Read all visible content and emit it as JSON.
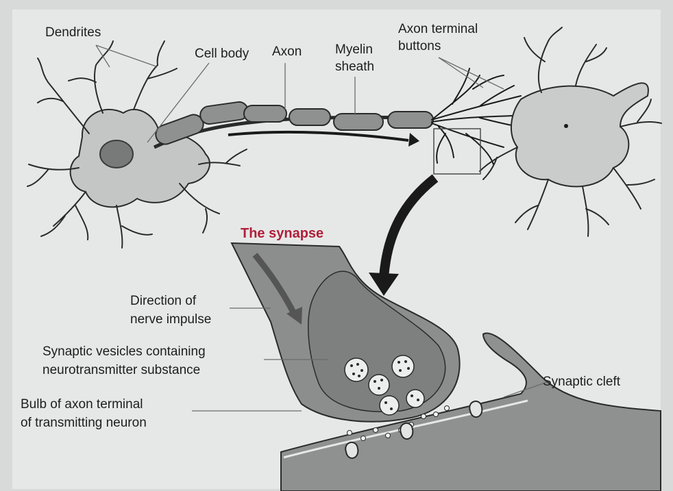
{
  "colors": {
    "background": "#d9dcdb",
    "panel": "#e6e8e7",
    "cell_fill": "#bfc2c1",
    "myelin": "#8e9190",
    "synapse_fill": "#8a8c8b",
    "title_red": "#b01e3a",
    "ink": "#1d1d1d"
  },
  "labels": {
    "dendrites": "Dendrites",
    "cell_body": "Cell body",
    "axon": "Axon",
    "myelin_line1": "Myelin",
    "myelin_line2": "sheath",
    "terminal_line1": "Axon terminal",
    "terminal_line2": "buttons",
    "synapse_title": "The synapse",
    "direction_line1": "Direction of",
    "direction_line2": "nerve impulse",
    "vesicles_line1": "Synaptic vesicles containing",
    "vesicles_line2": "neurotransmitter substance",
    "bulb_line1": "Bulb of axon terminal",
    "bulb_line2": "of transmitting neuron",
    "cleft": "Synaptic cleft"
  }
}
